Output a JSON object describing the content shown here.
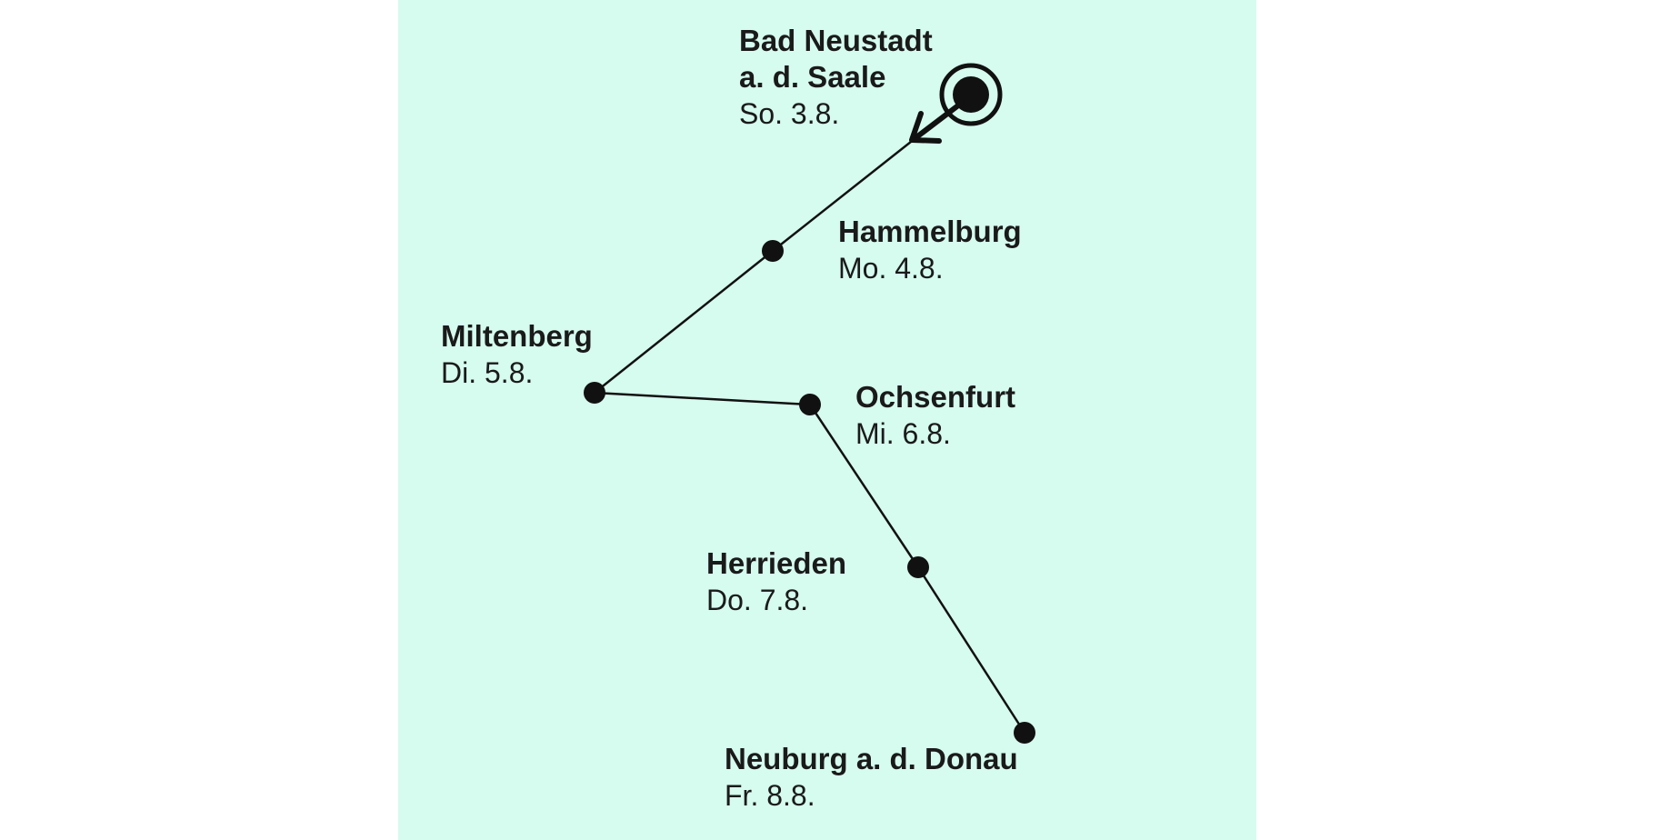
{
  "colors": {
    "background": "#ffffff",
    "map_panel": "#d6fbef",
    "route": "#111111",
    "text": "#1a1a1a"
  },
  "route": {
    "direction": "from Bad Neustadt a. d. Saale (start, ring marker with arrow) southward to Neuburg a. d. Donau",
    "stops": [
      {
        "name_line1": "Bad Neustadt",
        "name_line2": "a. d. Saale",
        "date": "So. 3.8.",
        "marker": "start-ring"
      },
      {
        "name_line1": "Hammelburg",
        "date": "Mo. 4.8.",
        "marker": "dot"
      },
      {
        "name_line1": "Miltenberg",
        "date": "Di. 5.8.",
        "marker": "dot"
      },
      {
        "name_line1": "Ochsenfurt",
        "date": "Mi. 6.8.",
        "marker": "dot"
      },
      {
        "name_line1": "Herrieden",
        "date": "Do. 7.8.",
        "marker": "dot"
      },
      {
        "name_line1": "Neuburg a. d. Donau",
        "date": "Fr. 8.8.",
        "marker": "dot"
      }
    ]
  }
}
